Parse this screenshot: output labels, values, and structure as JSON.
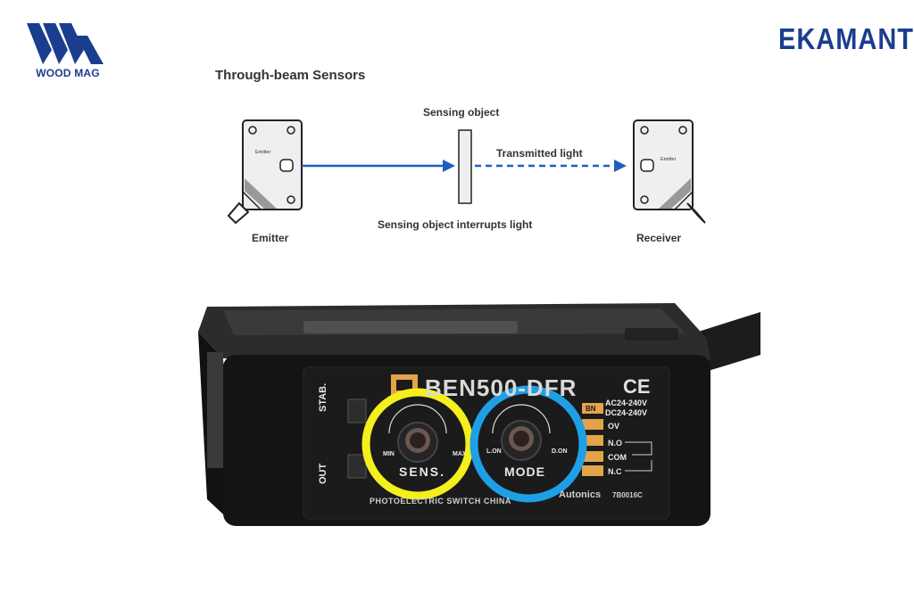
{
  "logos": {
    "left": {
      "icon": "woodmag-logo-icon",
      "text": "WOOD MAG",
      "color": "#1a3d8f"
    },
    "right": {
      "text": "EKAMANT",
      "color": "#1a3d8f"
    }
  },
  "diagram": {
    "title": "Through-beam Sensors",
    "labels": {
      "sensing_object": "Sensing object",
      "transmitted_light": "Transmitted light",
      "interrupts": "Sensing object interrupts light",
      "emitter": "Emitter",
      "receiver": "Receiver",
      "emitter_tag_left": "Emitter",
      "emitter_tag_right": "Emitter"
    },
    "beam_color": "#1f5fbf"
  },
  "photo": {
    "model": "BEN500-DFR",
    "ce_mark": "CE",
    "knob_left": {
      "label": "SENS.",
      "min": "MIN",
      "max": "MAX",
      "highlight_color": "#f5ef1d"
    },
    "knob_right": {
      "label": "MODE",
      "left": "L.ON",
      "right": "D.ON",
      "highlight_color": "#1ea0e6"
    },
    "indicators": {
      "stab": "STAB.",
      "out": "OUT"
    },
    "power": {
      "ac": "AC24-240V",
      "dc": "DC24-240V",
      "wire_code": "BN"
    },
    "wiring": {
      "ov": "OV",
      "no": "N.O",
      "com": "COM",
      "nc": "N.C"
    },
    "brand": "Autonics",
    "code": "7B0016C",
    "bottom_text": "PHOTOELECTRIC SWITCH CHINA"
  }
}
